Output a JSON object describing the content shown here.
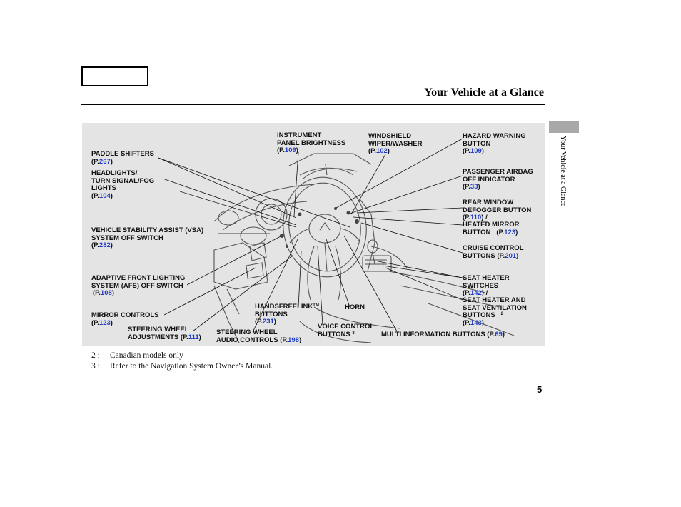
{
  "page": {
    "title": "Your Vehicle at a Glance",
    "side_label": "Your Vehicle at a Glance",
    "page_number": "5"
  },
  "labels": {
    "paddle_shifters": {
      "lines": [
        "PADDLE SHIFTERS"
      ],
      "page": "267"
    },
    "headlights": {
      "lines": [
        "HEADLIGHTS/",
        "TURN SIGNAL/FOG",
        "LIGHTS"
      ],
      "page": "104"
    },
    "vsa": {
      "lines": [
        "VEHICLE STABILITY ASSIST (VSA)",
        "SYSTEM OFF SWITCH"
      ],
      "page": "282"
    },
    "afs": {
      "lines": [
        "ADAPTIVE FRONT LIGHTING",
        "SYSTEM (AFS) OFF SWITCH"
      ],
      "page": "108"
    },
    "mirror_controls": {
      "lines": [
        "MIRROR CONTROLS"
      ],
      "page": "123"
    },
    "steering_adjust": {
      "lines": [
        "STEERING WHEEL",
        "ADJUSTMENTS"
      ],
      "page": "111"
    },
    "steering_audio": {
      "lines": [
        "STEERING WHEEL",
        "AUDIO CONTROLS"
      ],
      "page": "198"
    },
    "handsfreelink": {
      "lines": [
        "HANDSFREELINK",
        "BUTTONS"
      ],
      "tm": "TM",
      "page": "231"
    },
    "horn": {
      "lines": [
        "HORN"
      ]
    },
    "voice_control": {
      "lines": [
        "VOICE CONTROL",
        "BUTTONS"
      ],
      "note": "3"
    },
    "multi_info": {
      "lines": [
        "MULTI INFORMATION BUTTONS"
      ],
      "page": "69"
    },
    "instrument_brightness": {
      "lines": [
        "INSTRUMENT",
        "PANEL BRIGHTNESS"
      ],
      "page": "109"
    },
    "wiper": {
      "lines": [
        "WINDSHIELD",
        "WIPER/WASHER"
      ],
      "page": "102"
    },
    "hazard": {
      "lines": [
        "HAZARD WARNING",
        "BUTTON"
      ],
      "page": "109"
    },
    "airbag_indicator": {
      "lines": [
        "PASSENGER AIRBAG",
        "OFF INDICATOR"
      ],
      "page": "33"
    },
    "rear_window": {
      "lines": [
        "REAR WINDOW",
        "DEFOGGER BUTTON"
      ],
      "page": "110"
    },
    "heated_mirror": {
      "lines": [
        "HEATED MIRROR",
        "BUTTON"
      ],
      "page": "123"
    },
    "cruise": {
      "lines": [
        "CRUISE CONTROL",
        "BUTTONS"
      ],
      "page": "201"
    },
    "seat_heater": {
      "lines": [
        "SEAT HEATER",
        "SWITCHES"
      ],
      "page": "142"
    },
    "seat_ventilation": {
      "lines": [
        "SEAT HEATER AND",
        "SEAT VENTILATION",
        "BUTTONS"
      ],
      "note": "2",
      "page": "143"
    }
  },
  "ref_prefix": "(P.",
  "ref_suffix": ")",
  "slash": "/",
  "footnotes": [
    {
      "num": "2 :",
      "text": "Canadian models only"
    },
    {
      "num": "3 :",
      "text": "Refer to the Navigation System Owner’s Manual."
    }
  ],
  "colors": {
    "panel": "#e4e4e4",
    "link": "#1f3cc8",
    "tab": "#a8a8a8"
  }
}
